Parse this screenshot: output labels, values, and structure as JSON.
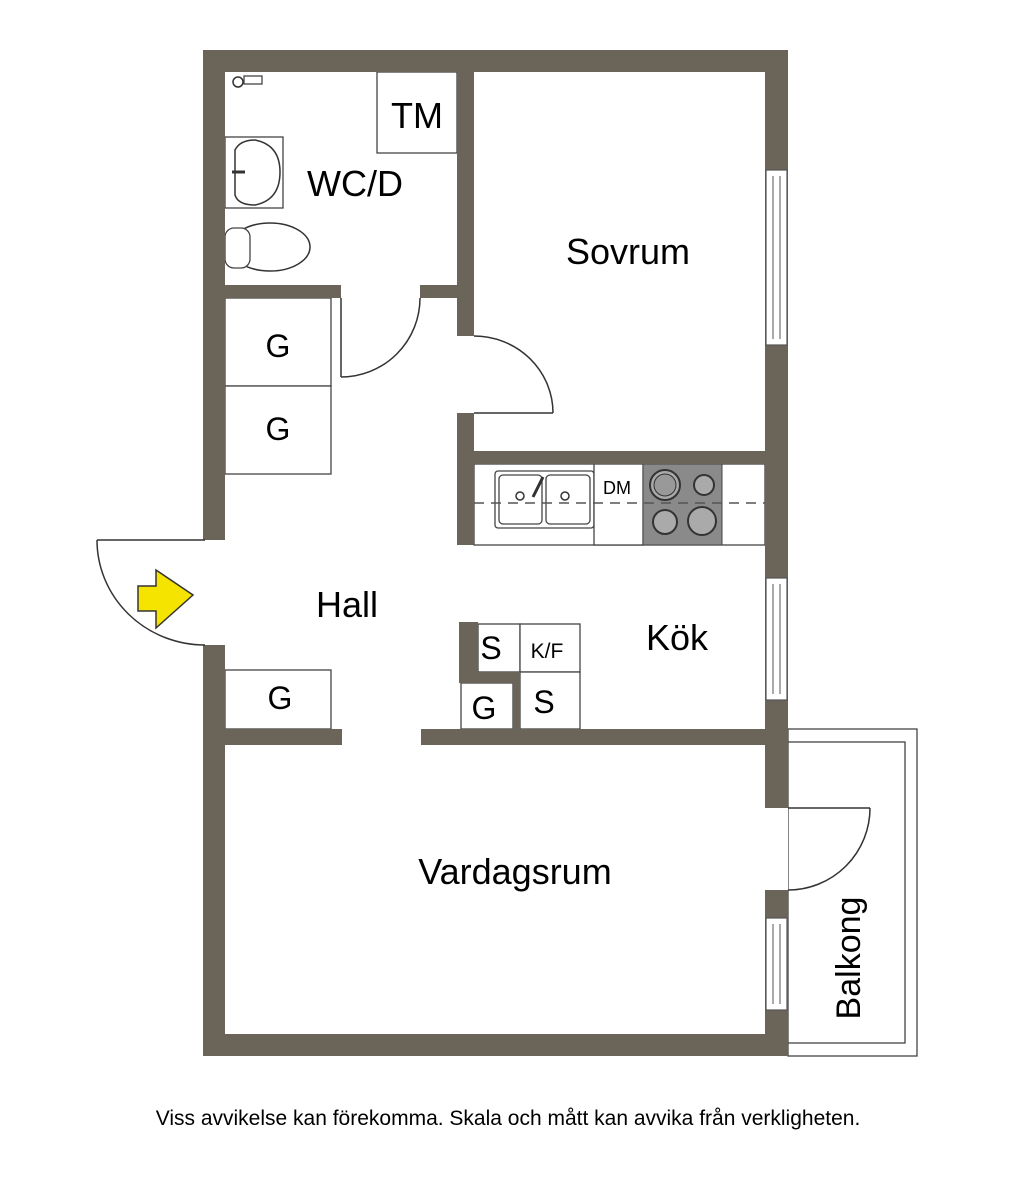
{
  "rooms": {
    "wc": "WC/D",
    "tm": "TM",
    "bedroom": "Sovrum",
    "hall": "Hall",
    "kitchen": "Kök",
    "living": "Vardagsrum",
    "balcony": "Balkong"
  },
  "fixtures": {
    "closet_1": "G",
    "closet_2": "G",
    "closet_3": "G",
    "closet_4": "G",
    "cabinet_1": "S",
    "cabinet_2": "S",
    "fridge": "K/F",
    "dishwasher": "DM"
  },
  "caption": "Viss avvikelse kan förekomma. Skala och mått kan avvika från verkligheten.",
  "colors": {
    "wall": "#6b6459",
    "entrance_arrow": "#f5e400",
    "stove": "#8a8a8a"
  }
}
